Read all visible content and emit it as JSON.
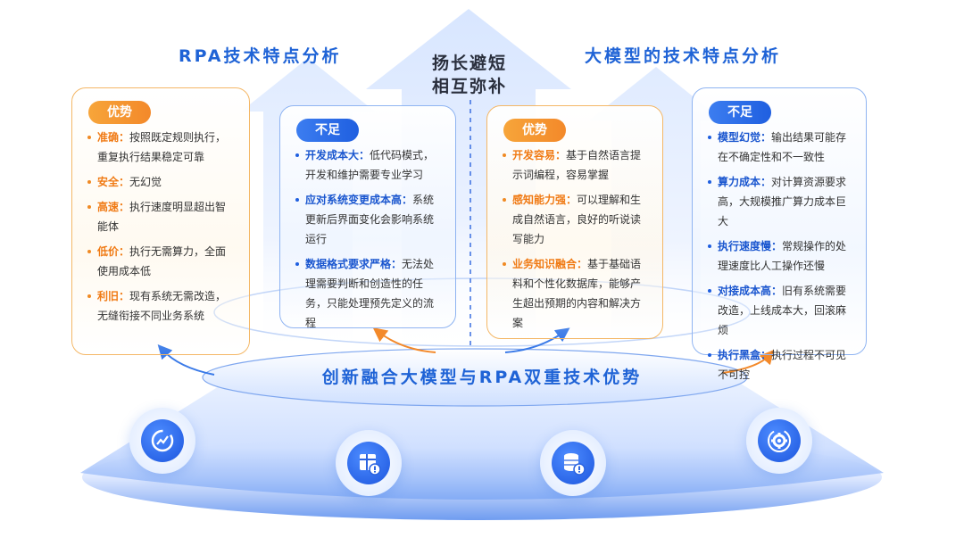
{
  "titles": {
    "left": "RPA技术特点分析",
    "right": "大模型的技术特点分析",
    "center_line1": "扬长避短",
    "center_line2": "相互弥补",
    "bottom": "创新融合大模型与RPA双重技术优势"
  },
  "cards": [
    {
      "tag": "优势",
      "items": [
        {
          "k": "准确：",
          "v": "按照既定规则执行，重复执行结果稳定可靠"
        },
        {
          "k": "安全：",
          "v": "无幻觉"
        },
        {
          "k": "高速：",
          "v": "执行速度明显超出智能体"
        },
        {
          "k": "低价：",
          "v": "执行无需算力，全面使用成本低"
        },
        {
          "k": "利旧：",
          "v": "现有系统无需改造，无缝衔接不同业务系统"
        }
      ]
    },
    {
      "tag": "不足",
      "items": [
        {
          "k": "开发成本大：",
          "v": "低代码模式，开发和维护需要专业学习"
        },
        {
          "k": "应对系统变更成本高：",
          "v": "系统更新后界面变化会影响系统运行"
        },
        {
          "k": "数据格式要求严格：",
          "v": "无法处理需要判断和创造性的任务，只能处理预先定义的流程"
        }
      ]
    },
    {
      "tag": "优势",
      "items": [
        {
          "k": "开发容易：",
          "v": "基于自然语言提示词编程，容易掌握"
        },
        {
          "k": "感知能力强：",
          "v": "可以理解和生成自然语言，良好的听说读写能力"
        },
        {
          "k": "业务知识融合：",
          "v": "基于基础语料和个性化数据库，能够产生超出预期的内容和解决方案"
        }
      ]
    },
    {
      "tag": "不足",
      "items": [
        {
          "k": "模型幻觉：",
          "v": "输出结果可能存在不确定性和不一致性"
        },
        {
          "k": "算力成本：",
          "v": "对计算资源要求高，大规模推广算力成本巨大"
        },
        {
          "k": "执行速度慢：",
          "v": "常规操作的处理速度比人工操作还慢"
        },
        {
          "k": "对接成本高：",
          "v": "旧有系统需要改造，上线成本大，回滚麻烦"
        },
        {
          "k": "执行黑盒：",
          "v": "执行过程不可见不可控"
        }
      ]
    }
  ],
  "icons": [
    "chart-refresh-icon",
    "calendar-alert-icon",
    "database-alert-icon",
    "gear-cycle-icon"
  ],
  "colors": {
    "accent_blue": "#1f63d6",
    "accent_orange": "#f3892a"
  }
}
